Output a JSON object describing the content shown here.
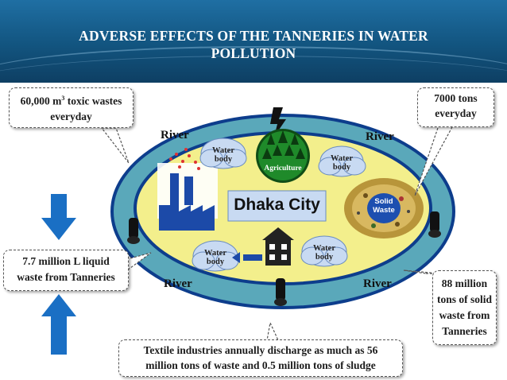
{
  "title": {
    "line1": "ADVERSE  EFFECTS  OF  THE TANNERIES  IN  WATER",
    "line2": "POLLUTION"
  },
  "callouts": {
    "toxic_pre": "60,000 m",
    "toxic_sup": "3",
    "toxic_post": " toxic wastes",
    "toxic_line2": "everyday",
    "tons_line1": "7000 tons",
    "tons_line2": "everyday",
    "liquid_line1": "7.7 million L  liquid",
    "liquid_line2": "waste from Tanneries",
    "solid_line1": "88 million",
    "solid_line2": "tons of solid",
    "solid_line3": "waste from",
    "solid_line4": "Tanneries",
    "textile_line1": "Textile industries annually discharge as much as 56",
    "textile_line2": "million tons of waste and 0.5 million tons of sludge"
  },
  "labels": {
    "river_tl": "River",
    "river_tr": "River",
    "river_bl": "River",
    "river_br": "River",
    "city": "Dhaka City",
    "agriculture": "Agriculture",
    "solid_waste_1": "Solid",
    "solid_waste_2": "Waste",
    "water": "Water",
    "body": "body"
  },
  "colors": {
    "header": "#1a6496",
    "river": "#5aa8ba",
    "city": "#f3ef8c",
    "outline": "#0d3d8c",
    "arrow": "#1a6fc4",
    "factory": "#1c4aa8",
    "tree": "#1f8a2a"
  }
}
